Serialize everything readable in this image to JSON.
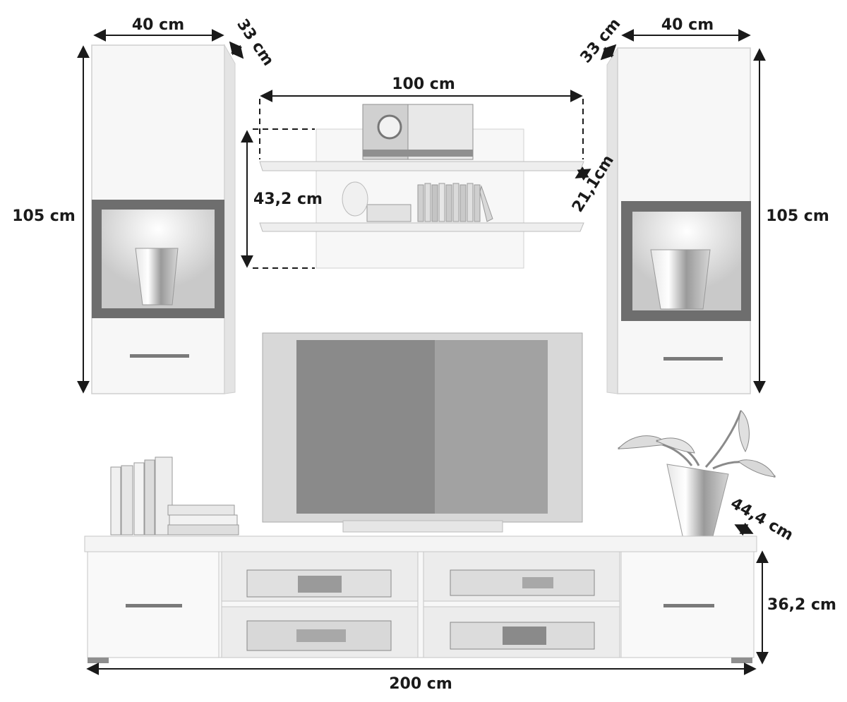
{
  "dimensions": {
    "left_cabinet_width": "40 cm",
    "left_cabinet_depth": "33 cm",
    "left_cabinet_height": "105 cm",
    "right_cabinet_width": "40 cm",
    "right_cabinet_depth": "33 cm",
    "right_cabinet_height": "105 cm",
    "shelf_width": "100 cm",
    "shelf_height": "43,2 cm",
    "shelf_depth": "21,1cm",
    "lowboard_width": "200 cm",
    "lowboard_height": "36,2 cm",
    "lowboard_depth": "44,4 cm"
  },
  "colors": {
    "furniture": "#f7f7f7",
    "edge": "#c9c9c9",
    "frame": "#6e6e6e",
    "tv_bezel": "#d8d8d8",
    "tv_screen_left": "#8a8a8a",
    "tv_screen_right": "#a2a2a2",
    "arrow": "#1a1a1a",
    "handle": "#7a7a7a"
  }
}
